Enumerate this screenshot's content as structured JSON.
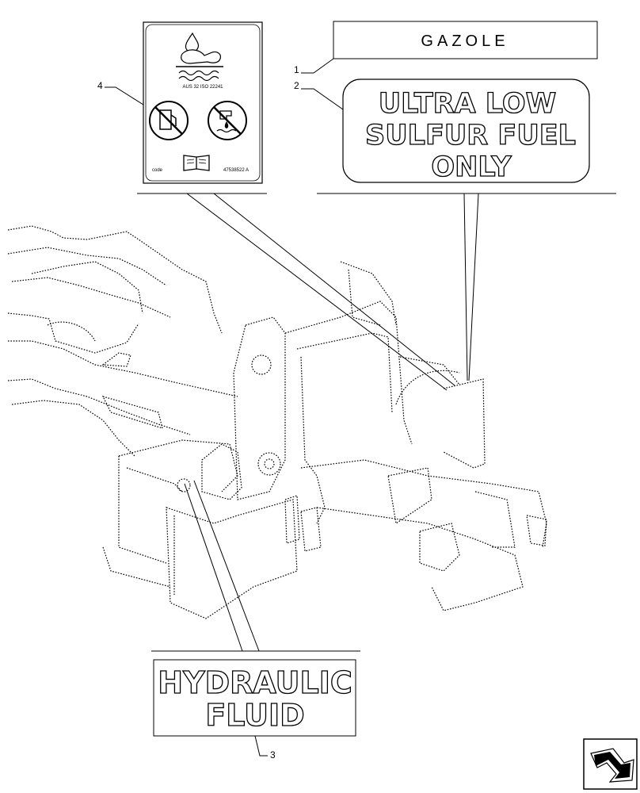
{
  "callouts": {
    "c1": "1",
    "c2": "2",
    "c3": "3",
    "c4": "4"
  },
  "labels": {
    "gazole": "GAZOLE",
    "ultra_line1": "ULTRA LOW",
    "ultra_line2": "SULFUR FUEL",
    "ultra_line3": "ONLY",
    "hydraulic_line1": "HYDRAULIC",
    "hydraulic_line2": "FLUID"
  },
  "decal": {
    "spec_text": "AUS 32  ISO 22241",
    "code_label": "code",
    "part_number": "47538522 A"
  },
  "icons": {
    "nav": "return-arrow-icon"
  }
}
